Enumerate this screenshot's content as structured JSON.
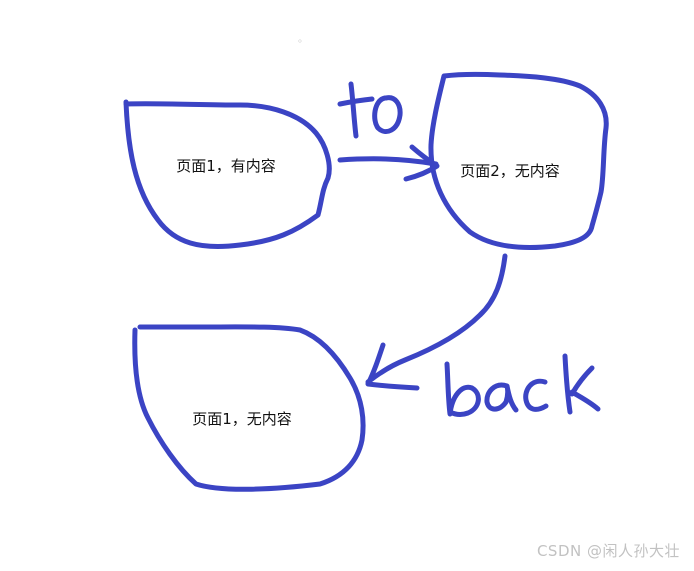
{
  "diagram": {
    "stroke_color": "#3b44c4",
    "nodes": [
      {
        "id": "page1-with-content",
        "label": "页面1，有内容"
      },
      {
        "id": "page2-no-content",
        "label": "页面2，无内容"
      },
      {
        "id": "page1-no-content",
        "label": "页面1，无内容"
      }
    ],
    "edges": [
      {
        "from": "page1-with-content",
        "to": "page2-no-content",
        "label": "to"
      },
      {
        "from": "page2-no-content",
        "to": "page1-no-content",
        "label": "back"
      }
    ]
  },
  "watermark": "CSDN @闲人孙大壮",
  "mark": "。"
}
